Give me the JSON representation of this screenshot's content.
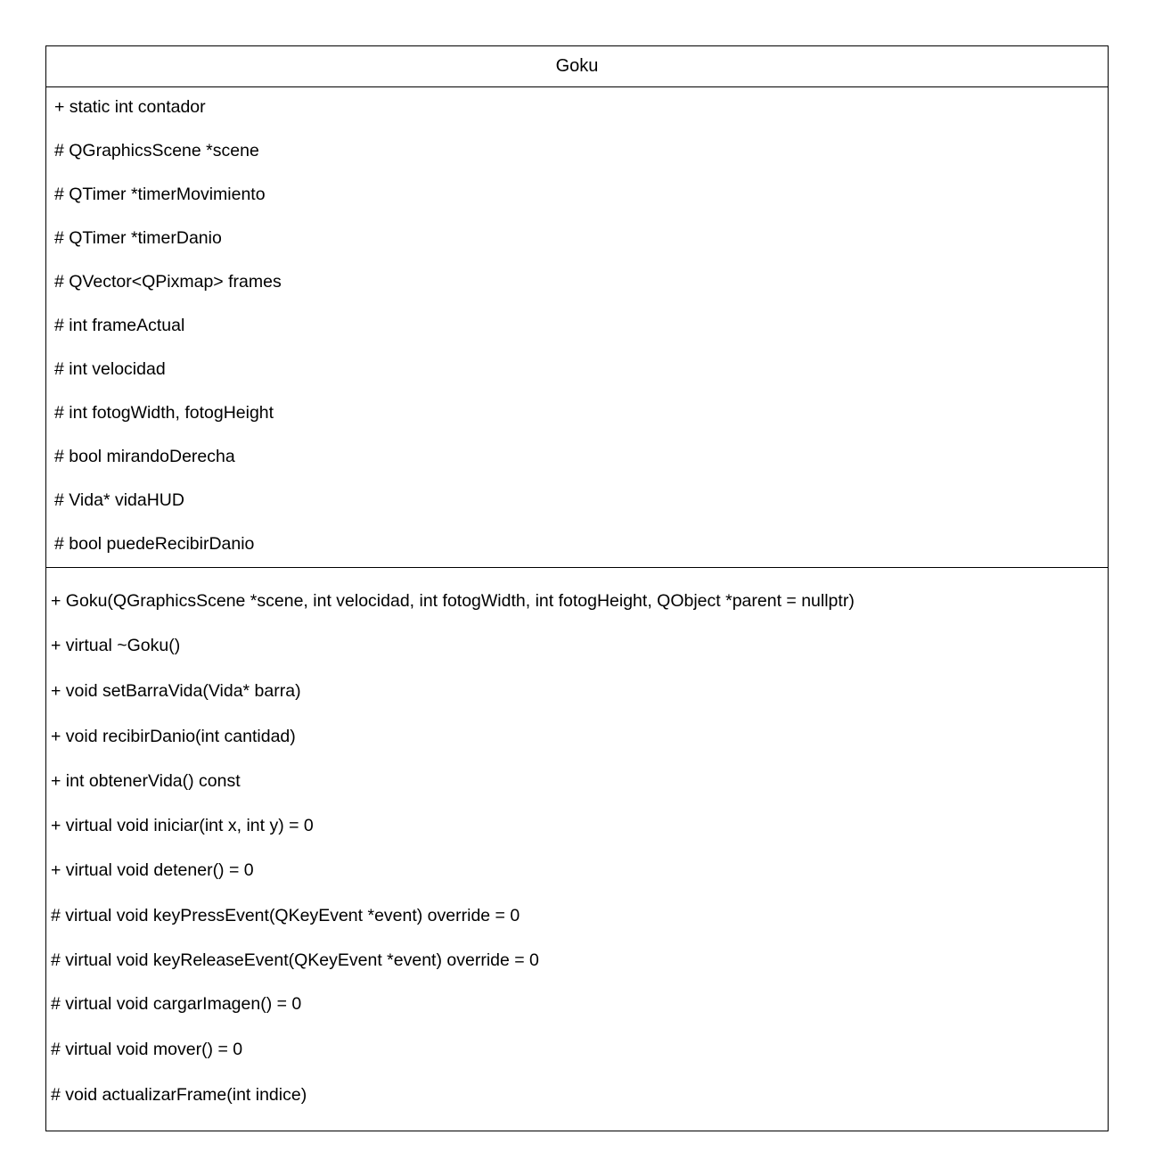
{
  "class": {
    "name": "Goku",
    "attributes": [
      "+ static int contador",
      "# QGraphicsScene *scene",
      "# QTimer *timerMovimiento",
      "# QTimer *timerDanio",
      "# QVector<QPixmap> frames",
      "# int frameActual",
      "# int velocidad",
      "# int fotogWidth, fotogHeight",
      "# bool mirandoDerecha",
      "# Vida* vidaHUD",
      "# bool puedeRecibirDanio"
    ],
    "methods": [
      "+ Goku(QGraphicsScene *scene, int velocidad, int fotogWidth, int fotogHeight, QObject *parent = nullptr)",
      "+ virtual ~Goku()",
      "+ void setBarraVida(Vida* barra)",
      "+ void recibirDanio(int cantidad)",
      "+ int obtenerVida() const",
      "+ virtual void iniciar(int x, int y) = 0",
      "+ virtual void detener() = 0",
      "# virtual void keyPressEvent(QKeyEvent *event) override = 0",
      "# virtual void keyReleaseEvent(QKeyEvent *event) override = 0",
      "# virtual void cargarImagen() = 0",
      "# virtual void mover() = 0",
      "# void actualizarFrame(int indice)"
    ]
  }
}
